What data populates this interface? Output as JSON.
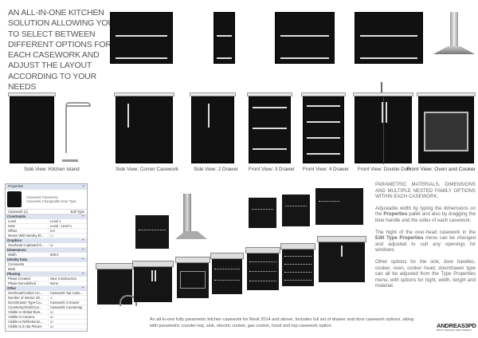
{
  "headline": "AN ALL-IN-ONE KITCHEN SOLUTION ALLOWING YOU TO SELECT BETWEEN DIFFERENT OPTIONS FOR EACH CASEWORK AND ADJUST THE LAYOUT ACCORDING TO YOUR NEEDS",
  "captions": [
    "Side View: Kitchen Island",
    "Side View: Corner Casework",
    "Side View: 2 Drawer",
    "Front View: 3 Drawer",
    "Front View: 4 Drawer",
    "Front View: Double Door",
    "Front View: Oven and Cooker"
  ],
  "properties": {
    "title": "Properties",
    "family": "Casework Parametric",
    "type": "Casework Changeable Door Type",
    "selector": "Casework (1)",
    "edit_type": "Edit Type",
    "sections": [
      {
        "name": "Constraints",
        "rows": [
          [
            "Level",
            "Level 1"
          ],
          [
            "Host",
            "Level : Level 1"
          ],
          [
            "Offset",
            "0.0"
          ],
          [
            "Moves With Nearby El...",
            "☐"
          ]
        ]
      },
      {
        "name": "Graphics",
        "rows": [
          [
            "Overhead Cupboard O...",
            "☑"
          ]
        ]
      },
      {
        "name": "Dimensions",
        "rows": [
          [
            "Width",
            "600.0"
          ]
        ]
      },
      {
        "name": "Identity Data",
        "rows": [
          [
            "Comments",
            ""
          ],
          [
            "Mark",
            ""
          ]
        ]
      },
      {
        "name": "Phasing",
        "rows": [
          [
            "Phase Created",
            "New Construction"
          ],
          [
            "Phase Demolished",
            "None"
          ]
        ]
      },
      {
        "name": "Other",
        "rows": [
          [
            "Overhead/Cooker Ho...",
            "Casework Top Case..."
          ],
          [
            "Number of Interior Sh...",
            "1"
          ],
          [
            "Door/Drawer Type-Ca...",
            "Casework 2 Drawer"
          ],
          [
            "Countertop/Sink/Coo...",
            "Casework Countertop"
          ],
          [
            "Visible to Global Illum...",
            "☑"
          ],
          [
            "Visible to Camera",
            "☑"
          ],
          [
            "Visible to Reflections/...",
            "☑"
          ],
          [
            "Visible to Z-clip Planes",
            "☑"
          ]
        ]
      }
    ]
  },
  "right_text": {
    "p1": "PARAMETRIC MATERIALS, DIMENSIONS AND MULTIPLE NESTED FAMILY OPTIONS WITHIN EACH CASEWORK.",
    "p2a": "Adjustable width by typing the dimensions on the ",
    "p2b": "Properties",
    "p2c": " pallet and also by dragging the blue handle and the sides of each casework.",
    "p3a": "The hight of the over-head casework in the ",
    "p3b": "Edit Type Properties",
    "p3c": " menu can be changed and adjusted to suit any openings for windows.",
    "p4": "Other options for the sink, door handles, cooker, oven, cooker head, door/drawer type can all be adjusted from the Type Properties menu, with options for hight, width, length and material."
  },
  "bottom_text": "An all-in-one fully parametric kitchen casework for Revit 2014 and above. Includes full set of drawer and door casework options, along with parametric counter-top, sink, electric cooker, gas cooker, hood and top casework option.",
  "logo": {
    "name": "ANDREAS3PD",
    "tagline": "REVIT FAMILIES AND MODELS"
  }
}
